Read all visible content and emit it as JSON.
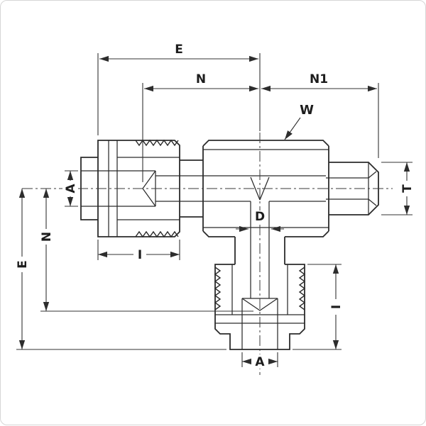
{
  "canvas": {
    "background": "#ffffff",
    "border_color": "#d6d6d6",
    "line_color": "#2b2b2b",
    "dimension_color": "#333333"
  },
  "drawing": {
    "labels": {
      "e_top": "E",
      "n_top": "N",
      "n1_top": "N1",
      "w": "W",
      "a_left": "A",
      "n_left": "N",
      "e_left": "E",
      "t_right": "T",
      "d_center": "D",
      "i_bottom_left": "I",
      "i_right": "I",
      "a_bottom": "A"
    }
  }
}
